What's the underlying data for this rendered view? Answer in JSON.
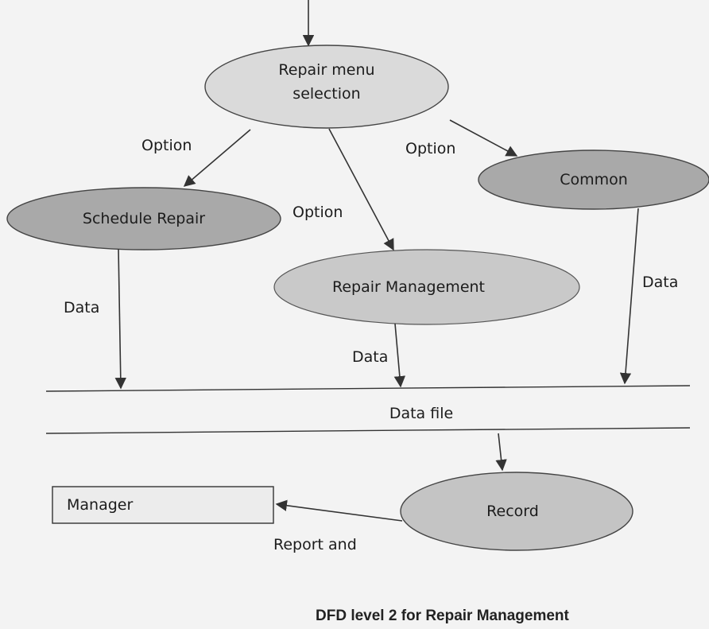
{
  "diagram": {
    "nodes": {
      "repair_menu": {
        "line1": "Repair menu",
        "line2": "selection"
      },
      "schedule_repair": "Schedule Repair",
      "repair_management": "Repair Management",
      "common": "Common",
      "data_file": "Data file",
      "record": "Record",
      "manager": "Manager"
    },
    "edges": {
      "option_left": "Option",
      "option_middle": "Option",
      "option_right": "Option",
      "data_schedule": "Data",
      "data_management": "Data",
      "data_common": "Data",
      "report": "Report and"
    },
    "caption": "DFD level 2 for Repair Management"
  },
  "colors": {
    "ellipse_light": "#d9d9d9",
    "ellipse_dark": "#a8a8a8",
    "stroke": "#3a3a3a",
    "background": "#f3f3f3"
  }
}
